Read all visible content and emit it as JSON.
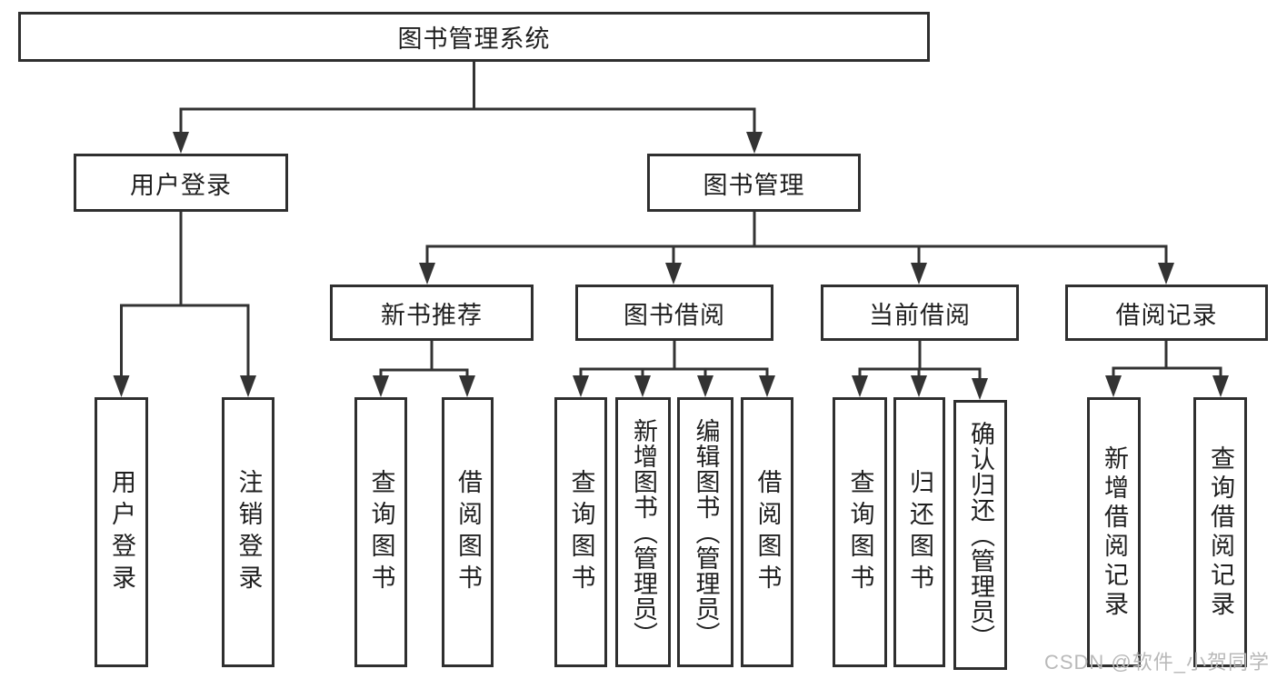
{
  "title": {
    "label": "图书管理系统"
  },
  "branches": {
    "user_login": {
      "label": "用户登录"
    },
    "book_management": {
      "label": "图书管理"
    }
  },
  "sections": [
    {
      "label": "新书推荐"
    },
    {
      "label": "图书借阅"
    },
    {
      "label": "当前借阅"
    },
    {
      "label": "借阅记录"
    }
  ],
  "leaves": [
    {
      "label": "用户登录"
    },
    {
      "label": "注销登录"
    },
    {
      "label": "查询图书"
    },
    {
      "label": "借阅图书"
    },
    {
      "label": "查询图书"
    },
    {
      "label": "新增图书（管理员）"
    },
    {
      "label": "编辑图书（管理员）"
    },
    {
      "label": "借阅图书"
    },
    {
      "label": "查询图书"
    },
    {
      "label": "归还图书"
    },
    {
      "label": "确认归还（管理员）"
    },
    {
      "label": "新增借阅记录"
    },
    {
      "label": "查询借阅记录"
    }
  ],
  "watermark": {
    "text": "CSDN @软件_小贺同学"
  },
  "colors": {
    "line": "#333333",
    "border": "#2f2f2f",
    "text": "#1f1f1f",
    "background": "#ffffff",
    "watermark": "#b9b9b9"
  }
}
